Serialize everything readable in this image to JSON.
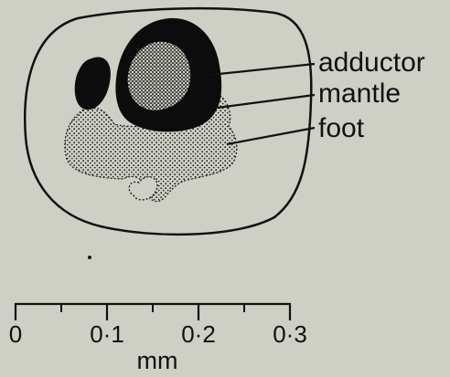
{
  "colors": {
    "background": "#ced0c5",
    "ink": "#111111",
    "stipple": "#1a1a1a"
  },
  "labels": {
    "adductor": "adductor",
    "mantle": "mantle",
    "foot": "foot"
  },
  "scale_bar": {
    "ticks": [
      "0",
      "0·1",
      "0·2",
      "0·3"
    ],
    "unit": "mm"
  }
}
